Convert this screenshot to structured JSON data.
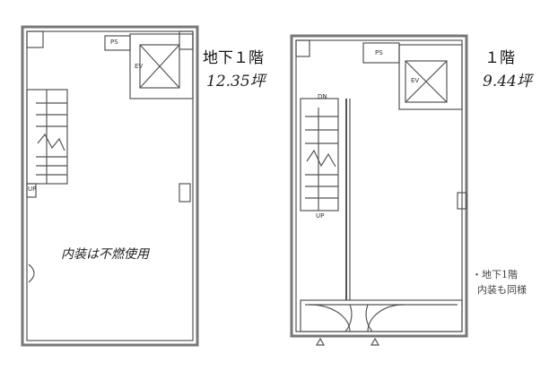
{
  "left_plan": {
    "floor_label": "地下１階",
    "area": "12.35坪",
    "note": "内装は不燃使用",
    "ps": "PS",
    "ev": "EV",
    "up": "UP"
  },
  "right_plan": {
    "floor_label": "１階",
    "area": "9.44坪",
    "note_line1": "・地下1階",
    "note_line2": "内装も同様",
    "ps": "PS",
    "ev": "EV",
    "up": "UP",
    "dn": "DN"
  }
}
